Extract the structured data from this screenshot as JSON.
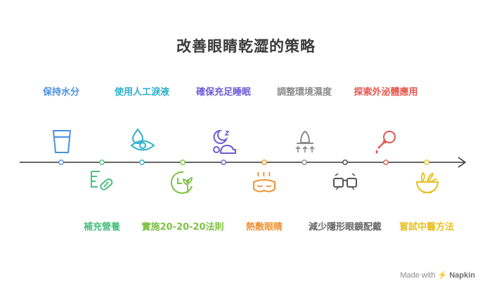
{
  "title": "改善眼睛乾澀的策略",
  "colors": {
    "blue": "#4a90e2",
    "green": "#48c07e",
    "teal": "#2bb0c9",
    "lime": "#7cc241",
    "purple": "#6b5bd6",
    "orange": "#f0922f",
    "gray": "#8c8c8c",
    "dark_gray": "#666666",
    "red": "#e5574f",
    "yellow": "#e8c020",
    "line": "#333333"
  },
  "steps": [
    {
      "label": "保持水分",
      "icon": "water-glass-icon",
      "color": "#4a90e2"
    },
    {
      "label": "補充營養",
      "icon": "nutrition-pills-icon",
      "color": "#48c07e"
    },
    {
      "label": "使用人工淚液",
      "icon": "eye-drop-icon",
      "color": "#2bb0c9"
    },
    {
      "label": "實施20-20-20法則",
      "icon": "clock-plant-icon",
      "color": "#7cc241"
    },
    {
      "label": "確保充足睡眠",
      "icon": "sleep-moon-icon",
      "color": "#6b5bd6"
    },
    {
      "label": "熱敷眼睛",
      "icon": "warm-eye-mask-icon",
      "color": "#f0922f"
    },
    {
      "label": "調整環境濕度",
      "icon": "humidifier-icon",
      "color": "#8c8c8c"
    },
    {
      "label": "減少隱形眼鏡配戴",
      "icon": "glasses-icon",
      "color": "#666666"
    },
    {
      "label": "探索外泌體應用",
      "icon": "dropper-icon",
      "color": "#e5574f"
    },
    {
      "label": "嘗試中醫方法",
      "icon": "herbal-bowl-icon",
      "color": "#e8c020"
    }
  ],
  "watermark": {
    "prefix": "Made with",
    "brand": "Napkin"
  }
}
